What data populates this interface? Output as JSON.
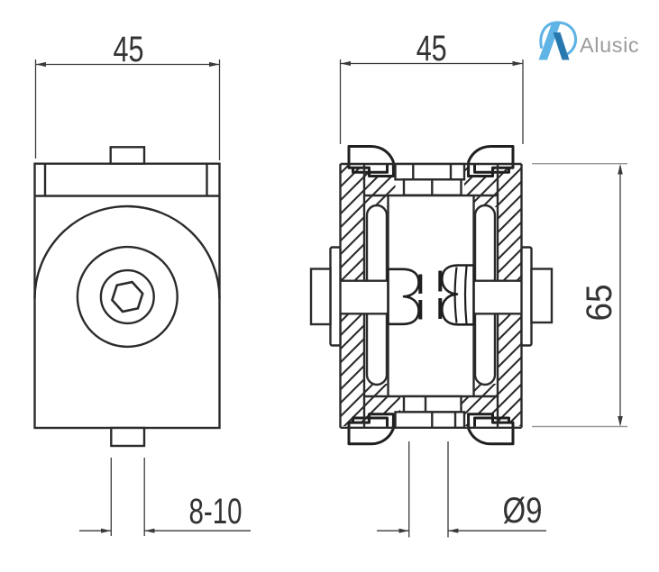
{
  "page": {
    "background": "#ffffff"
  },
  "logo": {
    "brand": "Alusic",
    "mark_light_blue": "#5FB4E5",
    "mark_dark_blue": "#2878B0",
    "text_color": "#9B9B9B"
  },
  "drawing": {
    "ink_color": "#2B2B2B",
    "dim_color": "#3A3A3A",
    "dims": {
      "front_width": "45",
      "slot_range": "8-10",
      "section_width": "45",
      "section_height": "65",
      "hole_diameter": "Ø9"
    }
  }
}
